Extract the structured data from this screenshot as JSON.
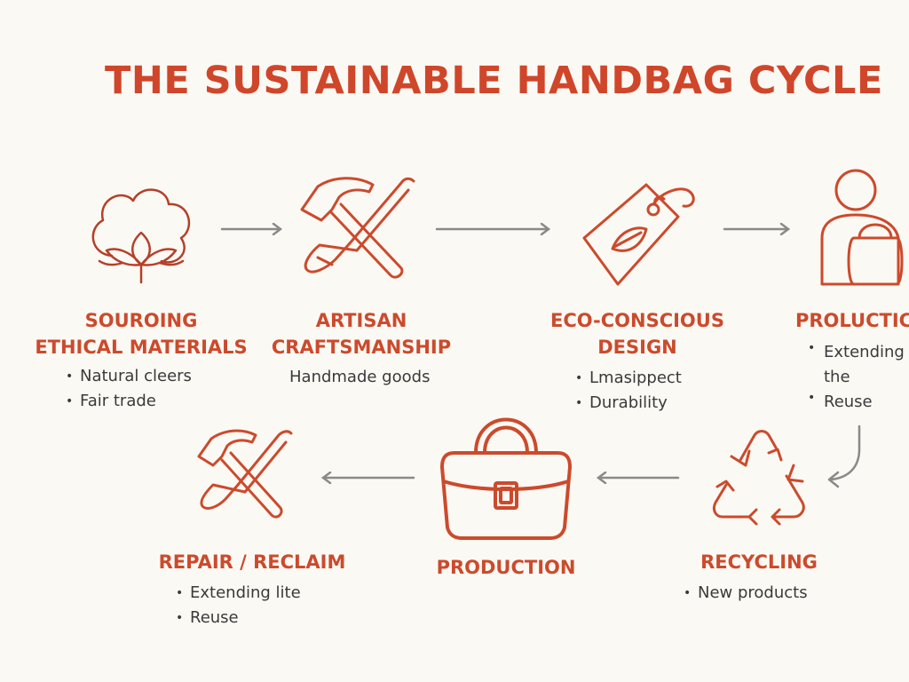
{
  "title": "THE SUSTAINABLE HANDBAG CYCLE",
  "colors": {
    "accent": "#d0462a",
    "arrow": "#8a8a8a",
    "text": "#3a3a3a",
    "background": "#fbf9f4"
  },
  "stages": [
    {
      "icon": "cotton-flower-icon",
      "title_lines": [
        "SOUROING",
        "ETHICAL MATERIALS"
      ],
      "bullets": [
        "Natural cleers",
        "Fair trade"
      ]
    },
    {
      "icon": "hammer-screwdriver-icon",
      "title_lines": [
        "ARTISAN",
        "CRAFTSMANSHIP"
      ],
      "text": "Handmade goods"
    },
    {
      "icon": "eco-tag-icon",
      "title_lines": [
        "ECO-CONSCIOUS",
        "DESIGN"
      ],
      "bullets": [
        "Lmasippect",
        "Durability"
      ]
    },
    {
      "icon": "person-with-bag-icon",
      "title_lines": [
        "PROLUCTIC"
      ],
      "bullets": [
        "Extending",
        "Reuse"
      ],
      "bullet_continuation": "the"
    },
    {
      "icon": "recycle-icon",
      "title_lines": [
        "RECYCLING"
      ],
      "bullets": [
        "New products"
      ]
    },
    {
      "icon": "handbag-icon",
      "title_lines": [
        "PRODUCTION"
      ]
    },
    {
      "icon": "repair-tools-icon",
      "title_lines": [
        "REPAIR / RECLAIM"
      ],
      "bullets": [
        "Extending lite",
        "Reuse"
      ]
    }
  ]
}
